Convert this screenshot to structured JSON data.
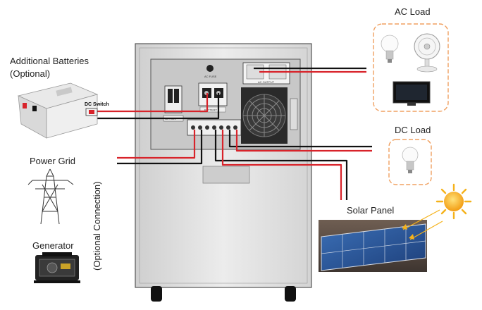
{
  "labels": {
    "additional_batteries": "Additional Batteries",
    "optional": "(Optional)",
    "dc_switch": "DC Switch",
    "power_grid": "Power Grid",
    "generator": "Generator",
    "optional_connection": "(Optional Connection)",
    "ac_load": "AC Load",
    "dc_load": "DC Load",
    "solar_panel": "Solar Panel"
  },
  "panel_text": {
    "ac_fuse": "AC FUSE",
    "ac_output": "AC OUTPUT",
    "battery": "BATTERY",
    "off_on": "OFF/ON"
  },
  "colors": {
    "wire_red": "#d8232a",
    "wire_black": "#111111",
    "load_border": "#f0a060",
    "cabinet": "#e6e6e6",
    "panel": "#c9c9c9",
    "sun": "#f5b21a"
  }
}
